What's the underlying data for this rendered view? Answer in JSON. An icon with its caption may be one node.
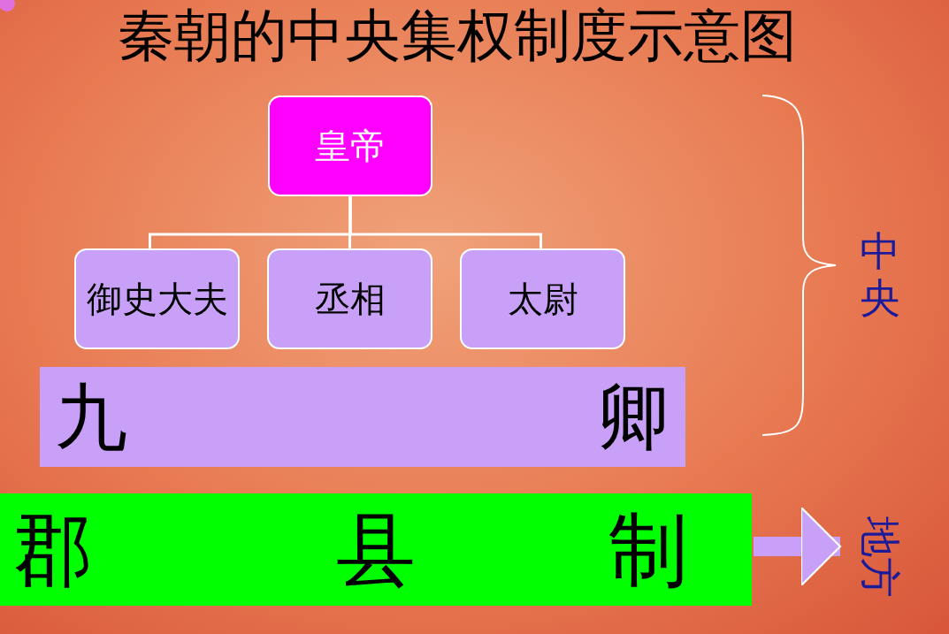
{
  "diagram": {
    "title": "秦朝的中央集权制度示意图",
    "nodes": [
      {
        "text": [
          "皇帝"
        ]
      },
      {
        "text": [
          "御史大夫"
        ]
      },
      {
        "text": [
          "丞相"
        ]
      },
      {
        "text": [
          "太尉"
        ]
      },
      {
        "text": [
          "九",
          "卿"
        ]
      },
      {
        "text": [
          "郡",
          "县",
          "制"
        ]
      },
      {
        "text": [
          "地方"
        ]
      }
    ],
    "edges": [
      {
        "from": 0,
        "to": 1,
        "arrow": "none"
      },
      {
        "from": 0,
        "to": 2,
        "arrow": "none"
      },
      {
        "from": 0,
        "to": 3,
        "arrow": "none"
      },
      {
        "from": 5,
        "to": 6,
        "arrow": "to",
        "style": "thick",
        "color": "#c9a0f7"
      }
    ],
    "labels": [
      "中央"
    ]
  }
}
